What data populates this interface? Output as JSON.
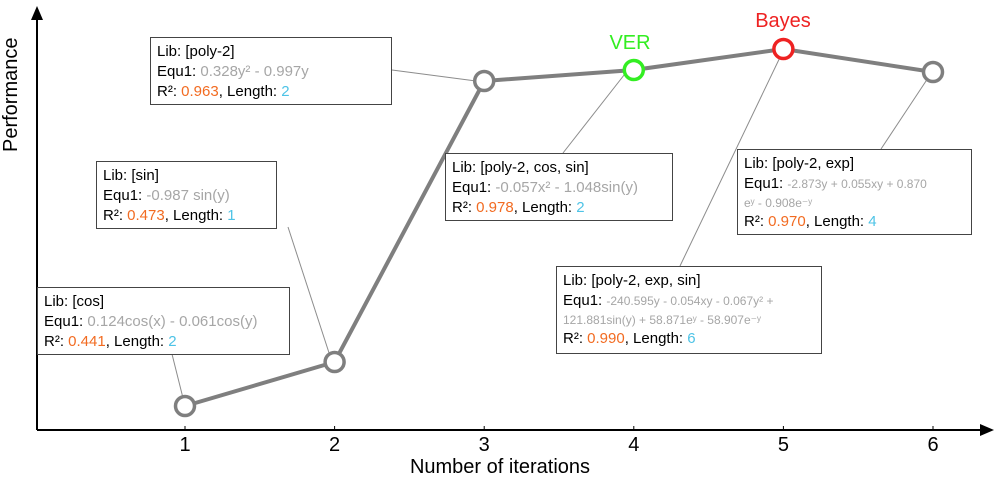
{
  "chart_data": {
    "type": "line",
    "xlabel": "Number of iterations",
    "ylabel": "Performance",
    "x": [
      1,
      2,
      3,
      4,
      5,
      6
    ],
    "ticks": [
      "1",
      "2",
      "3",
      "4",
      "5",
      "6"
    ],
    "y": [
      0.441,
      0.473,
      0.963,
      0.978,
      0.99,
      0.97
    ],
    "highlights": [
      {
        "x": 4,
        "label": "VER",
        "color": "#33ee22"
      },
      {
        "x": 5,
        "label": "Bayes",
        "color": "#ee2222"
      }
    ],
    "colors": {
      "line": "#7f7f7f",
      "r2": "#f26b21",
      "length": "#4dc3e6",
      "equation": "#a6a6a6"
    },
    "annotations": [
      {
        "x": 1,
        "lib": "Lib: [cos]",
        "equ_label": "Equ1:",
        "equ": "0.124cos(x) - 0.061cos(y)",
        "r2_label": "R²:",
        "r2": "0.441",
        "len_label": ", Length:",
        "len": "2"
      },
      {
        "x": 2,
        "lib": "Lib: [sin]",
        "equ_label": "Equ1:",
        "equ": "-0.987 sin(y)",
        "r2_label": "R²:",
        "r2": "0.473",
        "len_label": ", Length:",
        "len": "1"
      },
      {
        "x": 3,
        "lib": "Lib: [poly-2]",
        "equ_label": "Equ1:",
        "equ": "0.328y² - 0.997y",
        "r2_label": "R²:",
        "r2": "0.963",
        "len_label": ", Length:",
        "len": "2"
      },
      {
        "x": 4,
        "lib": "Lib: [poly-2, cos, sin]",
        "equ_label": "Equ1:",
        "equ": "-0.057x² - 1.048sin(y)",
        "r2_label": "R²:",
        "r2": "0.978",
        "len_label": ", Length:",
        "len": "2"
      },
      {
        "x": 5,
        "lib": "Lib: [poly-2, exp, sin]",
        "equ_label": "Equ1:",
        "equ": "-240.595y - 0.054xy - 0.067y² +",
        "equ2": "121.881sin(y) + 58.871eʸ - 58.907e⁻ʸ",
        "r2_label": "R²:",
        "r2": "0.990",
        "len_label": ", Length:",
        "len": "6"
      },
      {
        "x": 6,
        "lib": "Lib: [poly-2, exp]",
        "equ_label": "Equ1:",
        "equ": "-2.873y + 0.055xy + 0.870",
        "equ2": "eʸ - 0.908e⁻ʸ",
        "r2_label": "R²:",
        "r2": "0.970",
        "len_label": ", Length:",
        "len": "4"
      }
    ]
  }
}
